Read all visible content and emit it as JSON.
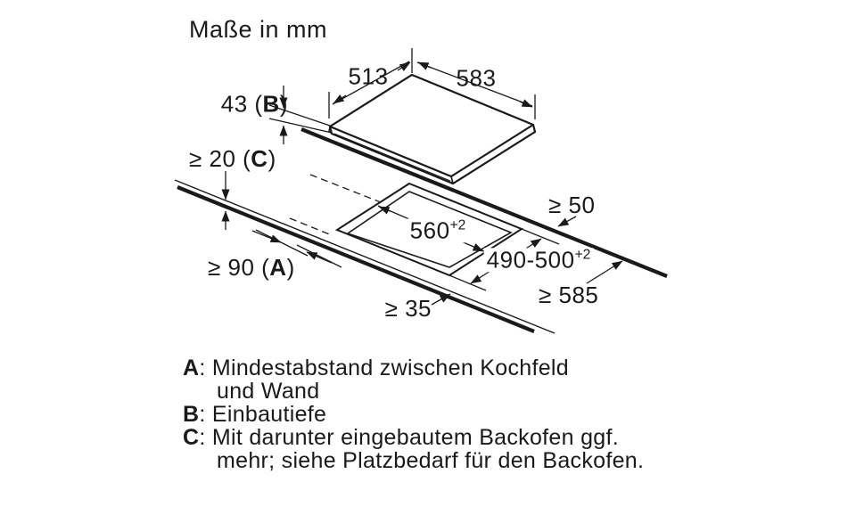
{
  "title": "Maße in mm",
  "dims": {
    "width_top": "513",
    "width_right": "583",
    "depth_b": {
      "pre": "43 (",
      "key": "B",
      "post": ")"
    },
    "clear_c": {
      "pre": "≥ 20 (",
      "key": "C",
      "post": ")"
    },
    "clear_back": "≥ 50",
    "cutout_width": {
      "base": "560",
      "sup": "+2"
    },
    "cutout_depth": {
      "base": "490-500",
      "sup": "+2"
    },
    "side_a": {
      "pre": "≥ 90 (",
      "key": "A",
      "post": ")"
    },
    "front_edge": "≥ 35",
    "worktop_depth": "≥ 585"
  },
  "legend": [
    {
      "key": "A",
      "sep": ":",
      "lines": [
        "Mindestabstand zwischen Kochfeld",
        "und Wand"
      ]
    },
    {
      "key": "B",
      "sep": ":",
      "lines": [
        "Einbautiefe"
      ]
    },
    {
      "key": "C",
      "sep": ":",
      "lines": [
        "Mit darunter eingebautem Backofen ggf.",
        "mehr; siehe Platzbedarf für den Backofen."
      ]
    }
  ],
  "colors": {
    "line": "#1a1a1a",
    "background": "#ffffff"
  }
}
